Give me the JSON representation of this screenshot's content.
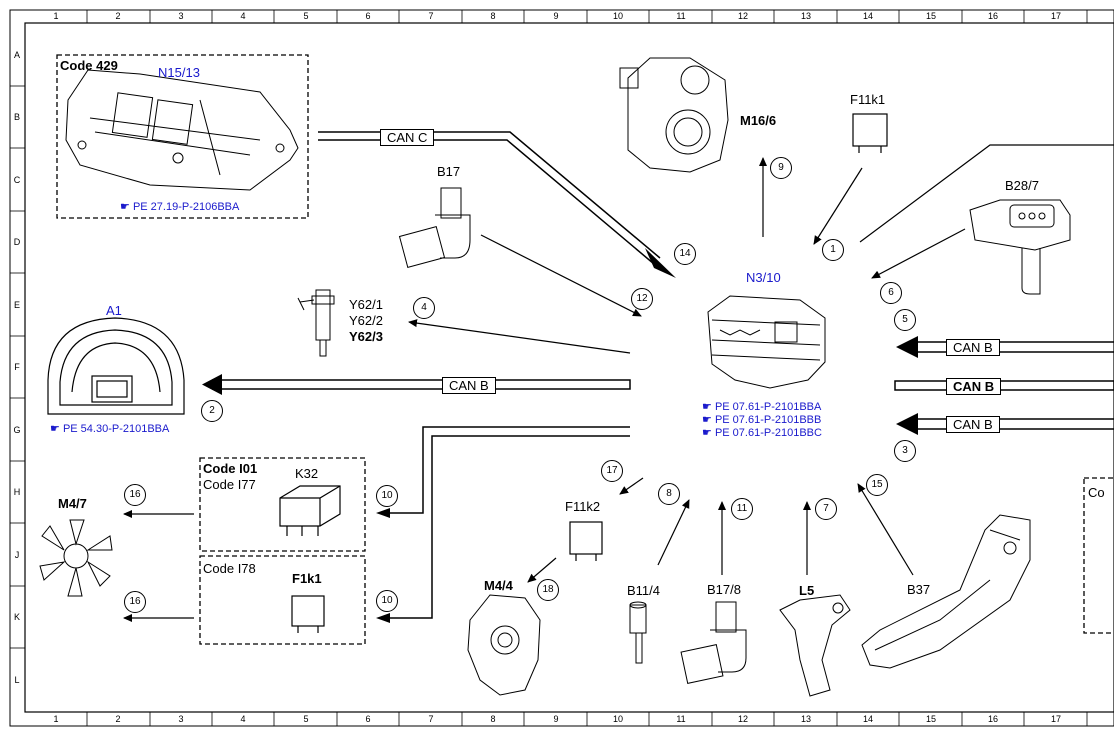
{
  "ruler": {
    "cols": [
      "1",
      "2",
      "3",
      "4",
      "5",
      "6",
      "7",
      "8",
      "9",
      "10",
      "11",
      "12",
      "13",
      "14",
      "15",
      "16",
      "17"
    ],
    "rows": [
      "A",
      "B",
      "C",
      "D",
      "E",
      "F",
      "G",
      "H",
      "J",
      "K",
      "L"
    ]
  },
  "components": {
    "n15_13": {
      "code": "Code 429",
      "name": "N15/13",
      "ref": "PE 27.19-P-2106BBA"
    },
    "a1": {
      "name": "A1",
      "ref": "PE 54.30-P-2101BBA"
    },
    "b17": {
      "name": "B17"
    },
    "y62": {
      "l1": "Y62/1",
      "l2": "Y62/2",
      "l3": "Y62/3"
    },
    "m16_6": {
      "name": "M16/6"
    },
    "f11k1": {
      "name": "F11k1"
    },
    "b28_7": {
      "name": "B28/7"
    },
    "n3_10": {
      "name": "N3/10",
      "ref1": "PE 07.61-P-2101BBA",
      "ref2": "PE 07.61-P-2101BBB",
      "ref3": "PE 07.61-P-2101BBC"
    },
    "k32_box": {
      "code1": "Code I01",
      "code2": "Code I77",
      "name": "K32"
    },
    "f1k1_box": {
      "code": "Code I78",
      "name": "F1k1"
    },
    "m4_7": {
      "name": "M4/7"
    },
    "m4_4": {
      "name": "M4/4"
    },
    "f11k2": {
      "name": "F11k2"
    },
    "b11_4": {
      "name": "B11/4"
    },
    "b17_8": {
      "name": "B17/8"
    },
    "l5": {
      "name": "L5"
    },
    "b37": {
      "name": "B37"
    },
    "right_box": {
      "code": "Co"
    }
  },
  "buses": {
    "can_c": "CAN C",
    "can_b_left": "CAN B",
    "can_b_r1": "CAN B",
    "can_b_r2": "CAN B",
    "can_b_r3": "CAN B"
  },
  "numbers": {
    "n1": "1",
    "n2": "2",
    "n3": "3",
    "n4": "4",
    "n5": "5",
    "n6": "6",
    "n7": "7",
    "n8": "8",
    "n9": "9",
    "n10a": "10",
    "n10b": "10",
    "n11": "11",
    "n12": "12",
    "n14": "14",
    "n15": "15",
    "n16a": "16",
    "n16b": "16",
    "n17": "17",
    "n18": "18"
  }
}
